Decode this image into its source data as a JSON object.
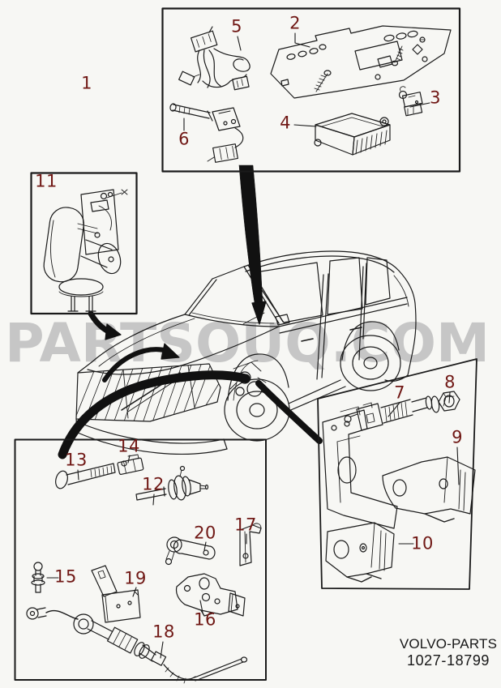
{
  "watermark": {
    "text": "PARTSOUQ.COM",
    "color": "#c6c6c6"
  },
  "footer": {
    "brand": "VOLVO-PARTS",
    "part_number": "1027-18799"
  },
  "labels": {
    "p1": "1",
    "p2": "2",
    "p3": "3",
    "p4": "4",
    "p5": "5",
    "p6": "6",
    "p7": "7",
    "p8": "8",
    "p9": "9",
    "p10": "10",
    "p11": "11",
    "p12": "12",
    "p13": "13",
    "p14": "14",
    "p15": "15",
    "p16": "16",
    "p17": "17",
    "p18": "18",
    "p19": "19",
    "p20": "20"
  },
  "colors": {
    "background": "#f7f7f4",
    "ink": "#1a1a1a",
    "label": "#701815",
    "watermark": "#c6c6c6"
  }
}
